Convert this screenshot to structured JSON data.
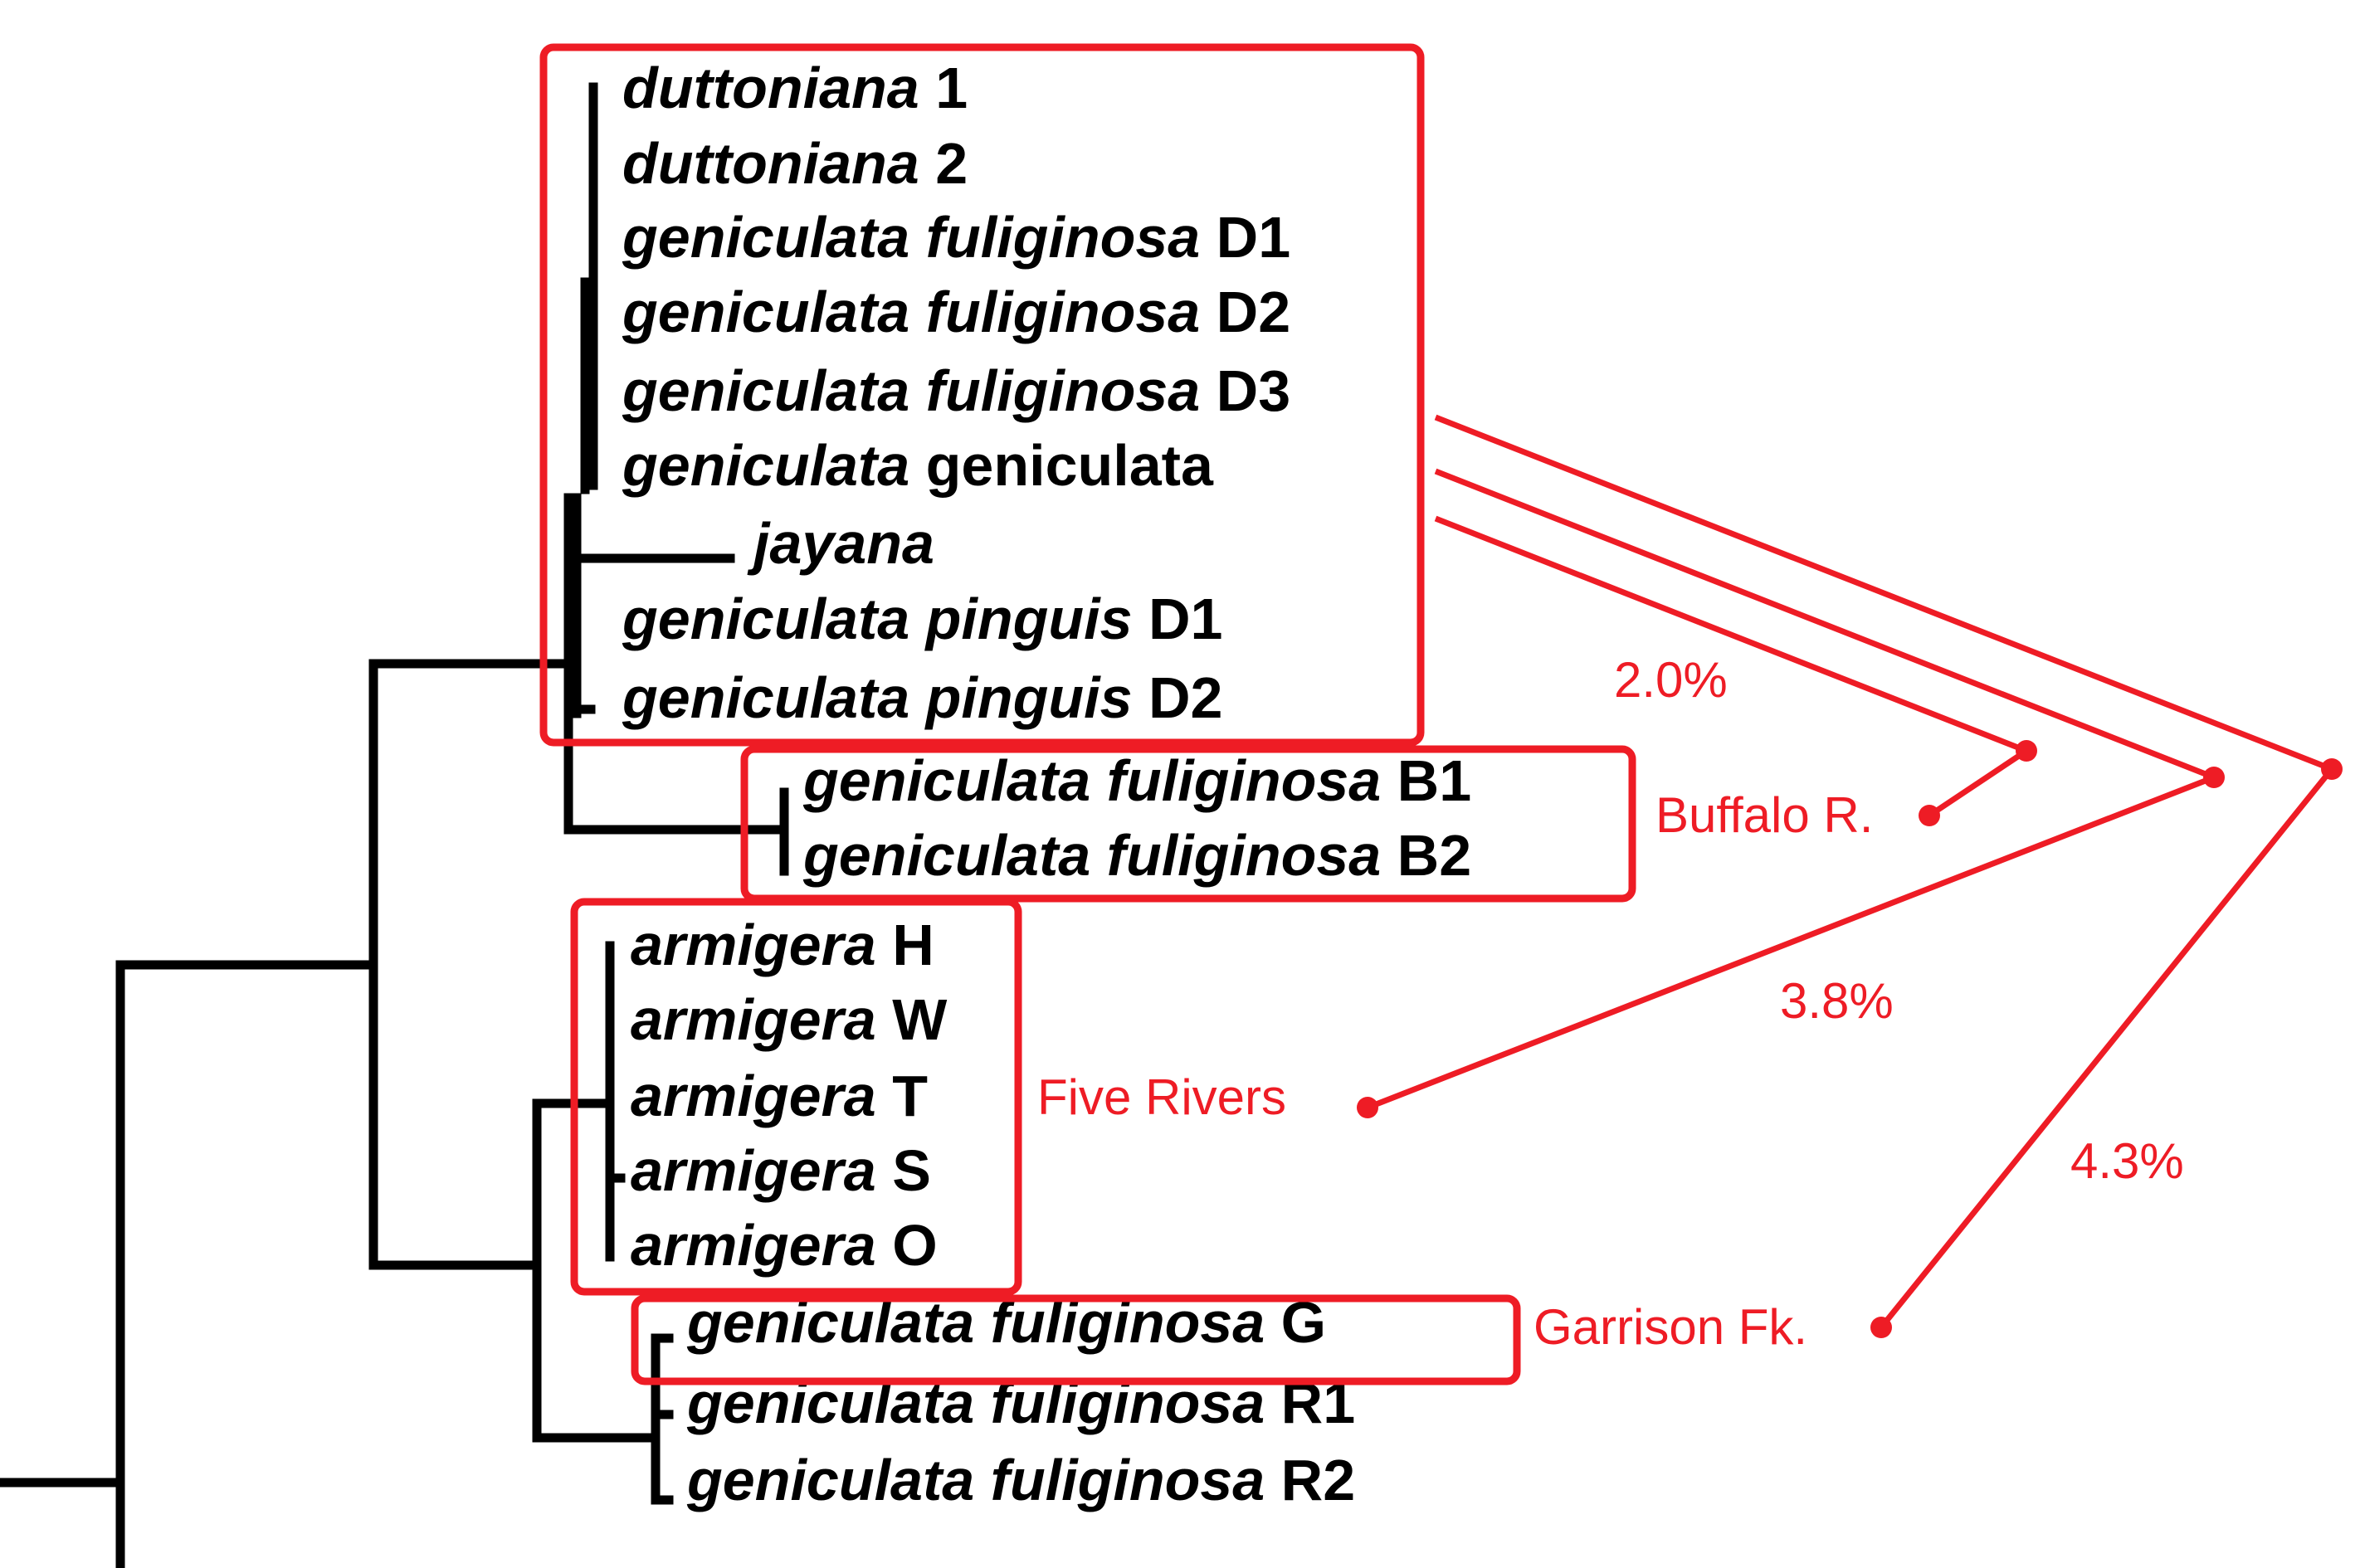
{
  "colors": {
    "tree": "#000000",
    "annotation": "#ee1c25"
  },
  "taxa": [
    {
      "id": "duttoniana-1",
      "italic": "duttoniana",
      "suffix": "1"
    },
    {
      "id": "duttoniana-2",
      "italic": "duttoniana",
      "suffix": "2"
    },
    {
      "id": "gf-d1",
      "italic": "geniculata fuliginosa",
      "suffix": "D1"
    },
    {
      "id": "gf-d2",
      "italic": "geniculata fuliginosa",
      "suffix": "D2"
    },
    {
      "id": "gf-d3",
      "italic": "geniculata fuliginosa",
      "suffix": "D3"
    },
    {
      "id": "gg",
      "italic": "geniculata",
      "suffix": "geniculata"
    },
    {
      "id": "jayana",
      "italic": "jayana",
      "suffix": ""
    },
    {
      "id": "gp-d1",
      "italic": "geniculata pinguis",
      "suffix": "D1"
    },
    {
      "id": "gp-d2",
      "italic": "geniculata pinguis",
      "suffix": "D2"
    },
    {
      "id": "gf-b1",
      "italic": "geniculata fuliginosa",
      "suffix": "B1"
    },
    {
      "id": "gf-b2",
      "italic": "geniculata fuliginosa",
      "suffix": "B2"
    },
    {
      "id": "arm-h",
      "italic": "armigera",
      "suffix": "H"
    },
    {
      "id": "arm-w",
      "italic": "armigera",
      "suffix": "W"
    },
    {
      "id": "arm-t",
      "italic": "armigera",
      "suffix": "T"
    },
    {
      "id": "arm-s",
      "italic": "armigera",
      "suffix": "S"
    },
    {
      "id": "arm-o",
      "italic": "armigera",
      "suffix": "O"
    },
    {
      "id": "gf-g",
      "italic": "geniculata fuliginosa",
      "suffix": "G"
    },
    {
      "id": "gf-r1",
      "italic": "geniculata fuliginosa",
      "suffix": "R1"
    },
    {
      "id": "gf-r2",
      "italic": "geniculata fuliginosa",
      "suffix": "R2"
    }
  ],
  "locations": {
    "buffalo": "Buffalo R.",
    "five_rivers": "Five Rivers",
    "garrison": "Garrison Fk."
  },
  "divergences": {
    "d1": "2.0%",
    "d2": "3.8%",
    "d3": "4.3%"
  }
}
